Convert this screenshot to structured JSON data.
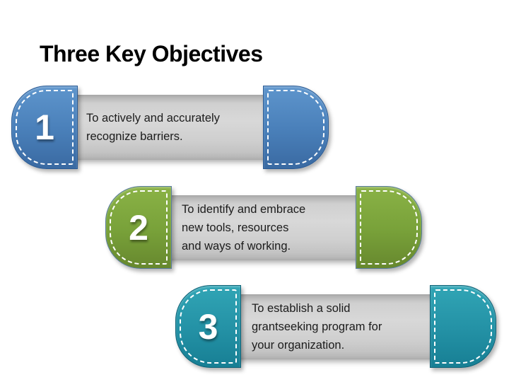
{
  "slide": {
    "title": "Three Key Objectives",
    "background_color": "#ffffff",
    "ribbon_color": "#cccccc",
    "text_color": "#1c1c1c",
    "items": [
      {
        "number": "1",
        "text_lines": [
          "To actively and accurately",
          "recognize barriers."
        ],
        "color_name": "blue",
        "colors": {
          "top": "#5e95cc",
          "mid": "#4a80ba",
          "bottom": "#3a6aa2",
          "border": "#2c5c95"
        }
      },
      {
        "number": "2",
        "text_lines": [
          "To identify and embrace",
          "new tools, resources",
          "and ways of working."
        ],
        "color_name": "green",
        "colors": {
          "top": "#8ab246",
          "mid": "#79a23a",
          "bottom": "#67882e",
          "border": "#5a7d9e"
        }
      },
      {
        "number": "3",
        "text_lines": [
          "To establish a solid",
          "grantseeking program for",
          "your organization."
        ],
        "color_name": "teal",
        "colors": {
          "top": "#31a5b5",
          "mid": "#2492a6",
          "bottom": "#177f94",
          "border": "#0f6277"
        }
      }
    ]
  }
}
